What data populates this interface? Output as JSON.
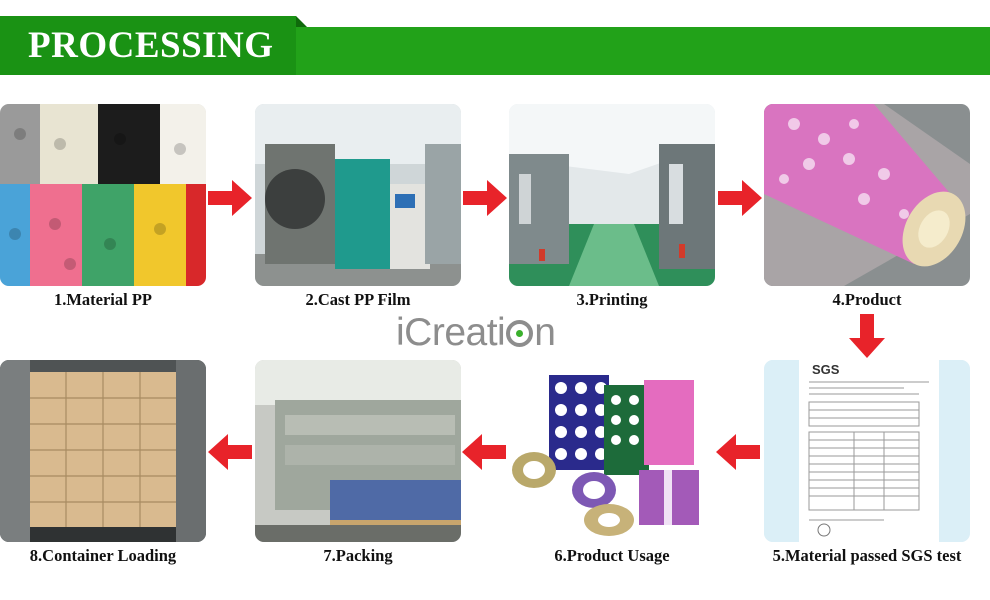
{
  "header": {
    "title": "PROCESSING"
  },
  "logo": {
    "part1": "i",
    "part2": "Creati",
    "part3": "n"
  },
  "steps": [
    {
      "label": "1.Material PP"
    },
    {
      "label": "2.Cast PP Film"
    },
    {
      "label": "3.Printing"
    },
    {
      "label": "4.Product"
    },
    {
      "label": "5.Material passed SGS test"
    },
    {
      "label": "6.Product Usage"
    },
    {
      "label": "7.Packing"
    },
    {
      "label": "8.Container Loading"
    }
  ],
  "sgs_doc": {
    "brand": "SGS"
  },
  "colors": {
    "banner": "#22a219",
    "banner_tab": "#1a9214",
    "arrow": "#e8232a",
    "logo_grey": "#8d8d8d",
    "logo_green": "#3ab02c"
  }
}
